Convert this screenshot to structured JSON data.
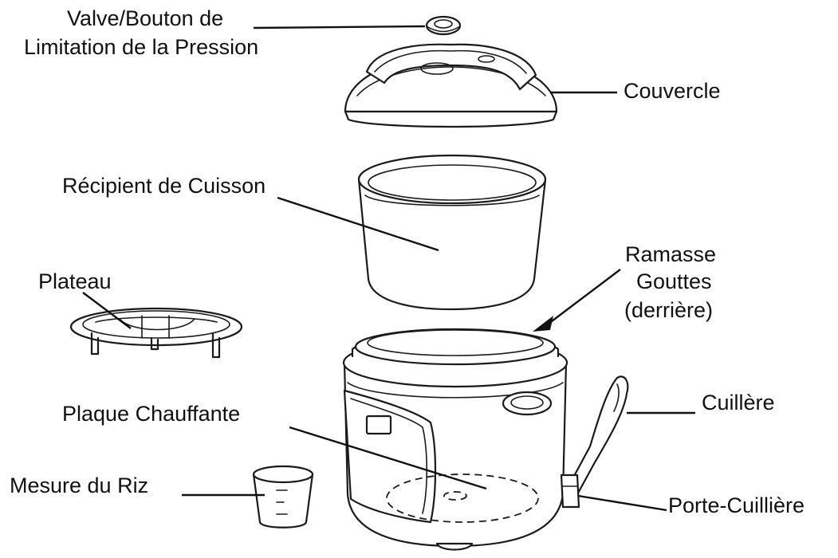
{
  "labels": {
    "valve_line1": "Valve/Bouton de",
    "valve_line2": "Limitation de la Pression",
    "lid": "Couvercle",
    "inner_pot": "Récipient de Cuisson",
    "rack": "Plateau",
    "drip_line1": "Ramasse",
    "drip_line2": "Gouttes",
    "drip_line3": "(derrière)",
    "spoon": "Cuillère",
    "heating_plate": "Plaque Chauffante",
    "rice_measure": "Mesure du Riz",
    "spoon_holder": "Porte-Cuillière"
  }
}
